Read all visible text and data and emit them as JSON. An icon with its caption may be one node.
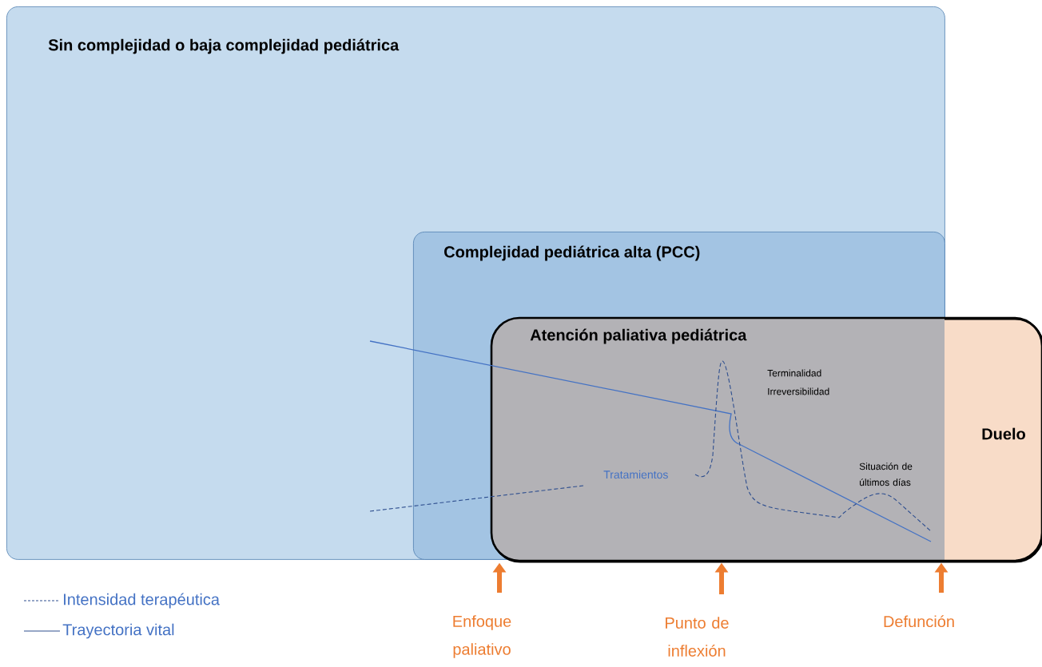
{
  "diagram": {
    "nodes": [
      {
        "text": [
          "Sin complejidad o baja complejidad pediátrica"
        ]
      },
      {
        "text": [
          "Complejidad pediátrica alta (PCC)"
        ],
        "in": 0
      },
      {
        "text": [
          "Atención paliativa pediátrica"
        ]
      },
      {
        "text": [
          "Duelo"
        ],
        "in": 2
      },
      {
        "text": [
          "Enfoque paliativo"
        ]
      },
      {
        "text": [
          "Punto de inflexión"
        ]
      },
      {
        "text": [
          "Defunción"
        ]
      }
    ],
    "edges": [
      {
        "from": 4,
        "to": 2,
        "arrow": "to"
      },
      {
        "from": 5,
        "to": 2,
        "arrow": "to"
      },
      {
        "from": 6,
        "to": 2,
        "arrow": "to"
      }
    ],
    "labels": [
      "Terminalidad",
      "Irreversibilidad",
      "Tratamientos",
      "Situación de últimos días"
    ],
    "legend": [
      {
        "text": "Intensidad terapéutica"
      },
      {
        "text": "Trayectoria vital"
      }
    ]
  }
}
